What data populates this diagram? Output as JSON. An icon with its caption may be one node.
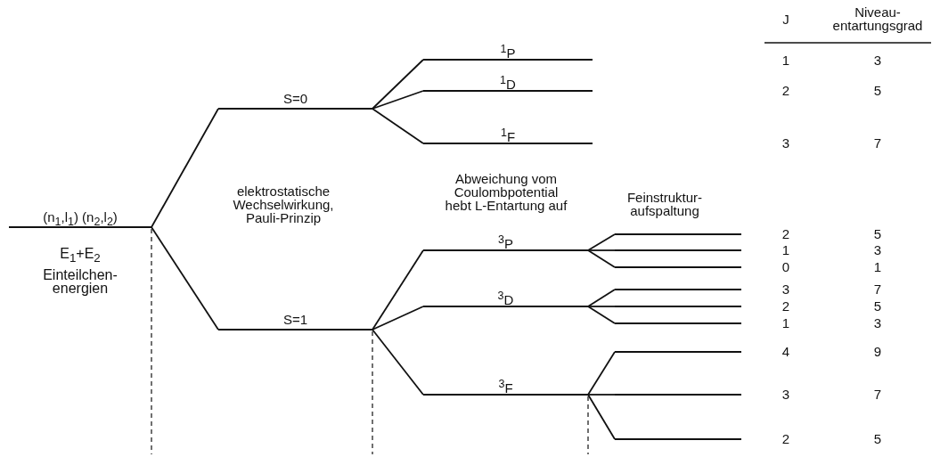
{
  "diagram": {
    "nodes": [
      {
        "text": [
          "(n$_{1}$,l$_{1}$) (n$_{2}$,l$_{2}$)",
          "E$_{1}$+E$_{2}$",
          "Einteilchen- energien"
        ]
      },
      {
        "text": [
          "S=0"
        ]
      },
      {
        "text": [
          "S=1"
        ]
      },
      {
        "text": [
          "$^{1}$P"
        ]
      },
      {
        "text": [
          "$^{1}$D"
        ]
      },
      {
        "text": [
          "$^{1}$F"
        ]
      },
      {
        "text": [
          "$^{3}$P"
        ]
      },
      {
        "text": [
          "$^{3}$D"
        ]
      },
      {
        "text": [
          "$^{3}$F"
        ]
      },
      {
        "text": [],
        "shape": "bar"
      },
      {
        "text": [],
        "shape": "bar"
      },
      {
        "text": [],
        "shape": "bar"
      },
      {
        "text": [],
        "shape": "bar"
      },
      {
        "text": [],
        "shape": "bar"
      },
      {
        "text": [],
        "shape": "bar"
      },
      {
        "text": [],
        "shape": "bar"
      },
      {
        "text": [],
        "shape": "bar"
      },
      {
        "text": [],
        "shape": "bar"
      }
    ],
    "edges": [
      {
        "from": 0,
        "to": 1,
        "arrow": "none"
      },
      {
        "from": 0,
        "to": 2,
        "arrow": "none"
      },
      {
        "from": 1,
        "to": 3,
        "arrow": "none"
      },
      {
        "from": 1,
        "to": 4,
        "arrow": "none"
      },
      {
        "from": 1,
        "to": 5,
        "arrow": "none"
      },
      {
        "from": 2,
        "to": 6,
        "arrow": "none"
      },
      {
        "from": 2,
        "to": 7,
        "arrow": "none"
      },
      {
        "from": 2,
        "to": 8,
        "arrow": "none"
      },
      {
        "from": 6,
        "to": 9,
        "arrow": "none"
      },
      {
        "from": 6,
        "to": 10,
        "arrow": "none"
      },
      {
        "from": 6,
        "to": 11,
        "arrow": "none"
      },
      {
        "from": 7,
        "to": 12,
        "arrow": "none"
      },
      {
        "from": 7,
        "to": 13,
        "arrow": "none"
      },
      {
        "from": 7,
        "to": 14,
        "arrow": "none"
      },
      {
        "from": 8,
        "to": 15,
        "arrow": "none"
      },
      {
        "from": 8,
        "to": 16,
        "arrow": "none"
      },
      {
        "from": 8,
        "to": 17,
        "arrow": "none"
      }
    ],
    "labels": [
      "J",
      "Niveau- entartungsgrad",
      "1",
      "3",
      "2",
      "5",
      "3",
      "7",
      "elektrostatische Wechselwirkung, Pauli-Prinzip",
      "Abweichung vom Coulombpotential hebt L-Entartung auf",
      "Feinstruktur- aufspaltung",
      "2",
      "5",
      "1",
      "3",
      "0",
      "1",
      "3",
      "7",
      "2",
      "5",
      "1",
      "3",
      "4",
      "9",
      "3",
      "7",
      "2",
      "5"
    ]
  }
}
